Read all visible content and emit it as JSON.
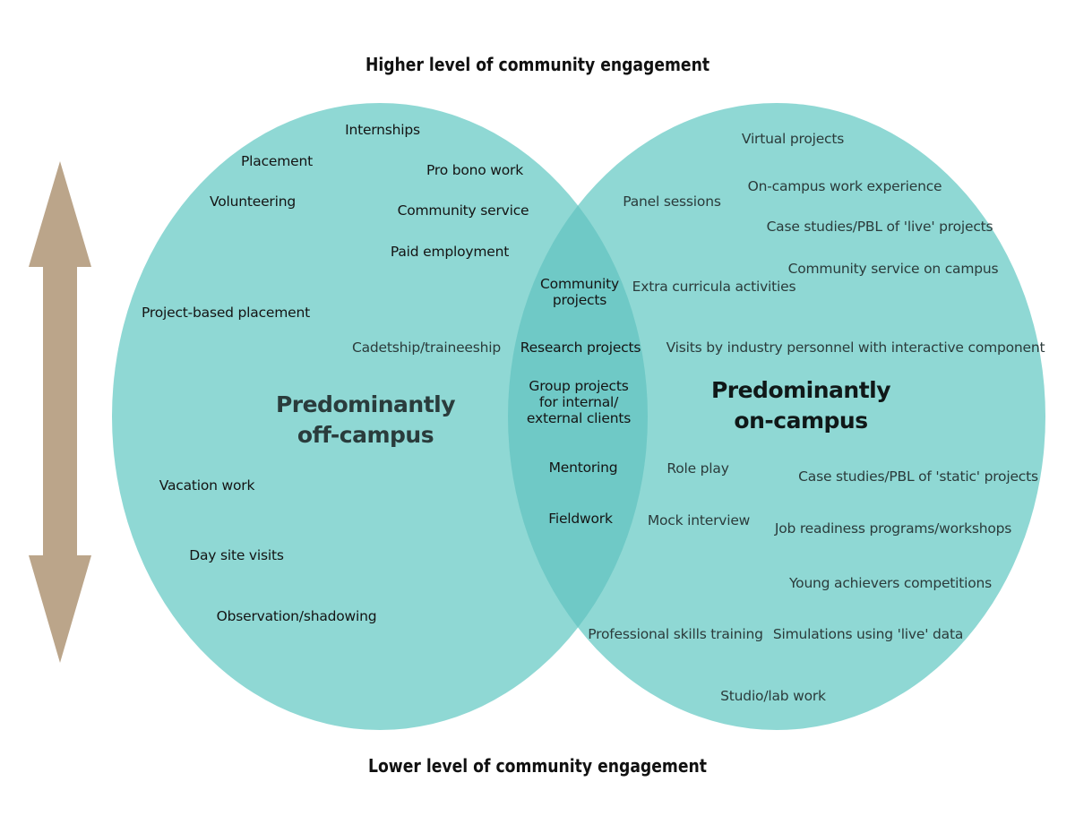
{
  "top_label": "Higher level of community engagement",
  "bottom_label": "Lower level of community engagement",
  "colors": {
    "circle_fill": "#8fd8d4",
    "overlap_fill": "#6fc9c6",
    "arrow": "#bba58a",
    "title_left": "#2a3c3c",
    "title_right": "#101818"
  },
  "left_region": {
    "title_line1": "Predominantly",
    "title_line2": "off-campus",
    "items": {
      "internships": "Internships",
      "placement": "Placement",
      "pro_bono": "Pro bono work",
      "volunteering": "Volunteering",
      "community_service": "Community service",
      "paid_employment": "Paid employment",
      "project_placement": "Project-based placement",
      "cadetship": "Cadetship/traineeship",
      "vacation_work": "Vacation work",
      "day_site_visits": "Day site visits",
      "observation": "Observation/shadowing"
    }
  },
  "overlap_region": {
    "items": {
      "community_projects_1": "Community",
      "community_projects_2": "projects",
      "research_projects": "Research projects",
      "group_projects_1": "Group projects",
      "group_projects_2": "for internal/",
      "group_projects_3": "external clients",
      "mentoring": "Mentoring",
      "fieldwork": "Fieldwork"
    }
  },
  "right_region": {
    "title_line1": "Predominantly",
    "title_line2": "on-campus",
    "items": {
      "virtual_projects": "Virtual projects",
      "on_campus_work": "On-campus work experience",
      "panel_sessions": "Panel sessions",
      "case_studies_live": "Case studies/PBL of 'live' projects",
      "community_service_campus": "Community service on campus",
      "extra_curricula": "Extra curricula activities",
      "industry_visits": "Visits by industry personnel with interactive component",
      "role_play": "Role play",
      "case_studies_static": "Case studies/PBL of 'static' projects",
      "mock_interview": "Mock interview",
      "job_readiness": "Job readiness programs/workshops",
      "young_achievers": "Young achievers competitions",
      "professional_skills": "Professional skills training",
      "simulations": "Simulations using 'live' data",
      "studio_lab": "Studio/lab work"
    }
  }
}
